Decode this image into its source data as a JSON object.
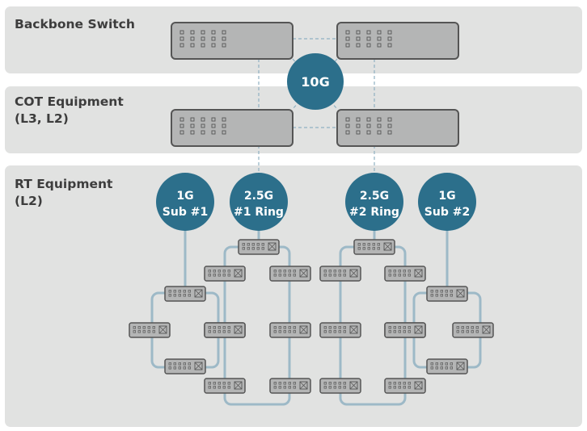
{
  "tiers": {
    "backbone": "Backbone Switch",
    "cot": "COT Equipment\n(L3, L2)",
    "rt": "RT Equipment\n(L2)"
  },
  "hub": {
    "label": "10G"
  },
  "rt_groups": [
    {
      "line1": "1G",
      "line2": "Sub #1"
    },
    {
      "line1": "2.5G",
      "line2": "#1 Ring"
    },
    {
      "line1": "2.5G",
      "line2": "#2 Ring"
    },
    {
      "line1": "1G",
      "line2": "Sub #2"
    }
  ],
  "colors": {
    "tier_bg": "#e1e2e1",
    "circle": "#2c6f8b",
    "ring_line": "#9db9c7",
    "dashed_line": "#8fb1c2",
    "switch_fill": "#b4b5b5",
    "switch_border": "#555555"
  },
  "icons": [
    "large-switch-icon",
    "small-switch-icon"
  ]
}
